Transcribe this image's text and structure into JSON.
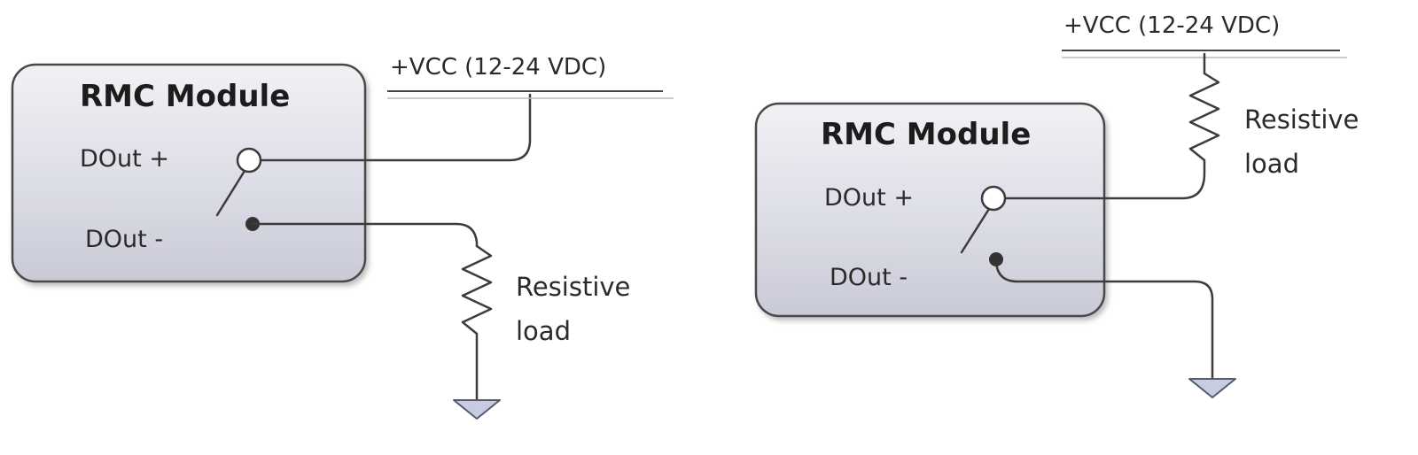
{
  "circuits": [
    {
      "module_title": "RMC Module",
      "pin_plus": "DOut +",
      "pin_minus": "DOut -",
      "supply_label": "+VCC (12-24 VDC)",
      "load_label_line1": "Resistive",
      "load_label_line2": "load"
    },
    {
      "module_title": "RMC Module",
      "pin_plus": "DOut +",
      "pin_minus": "DOut -",
      "supply_label": "+VCC (12-24 VDC)",
      "load_label_line1": "Resistive",
      "load_label_line2": "load"
    }
  ]
}
